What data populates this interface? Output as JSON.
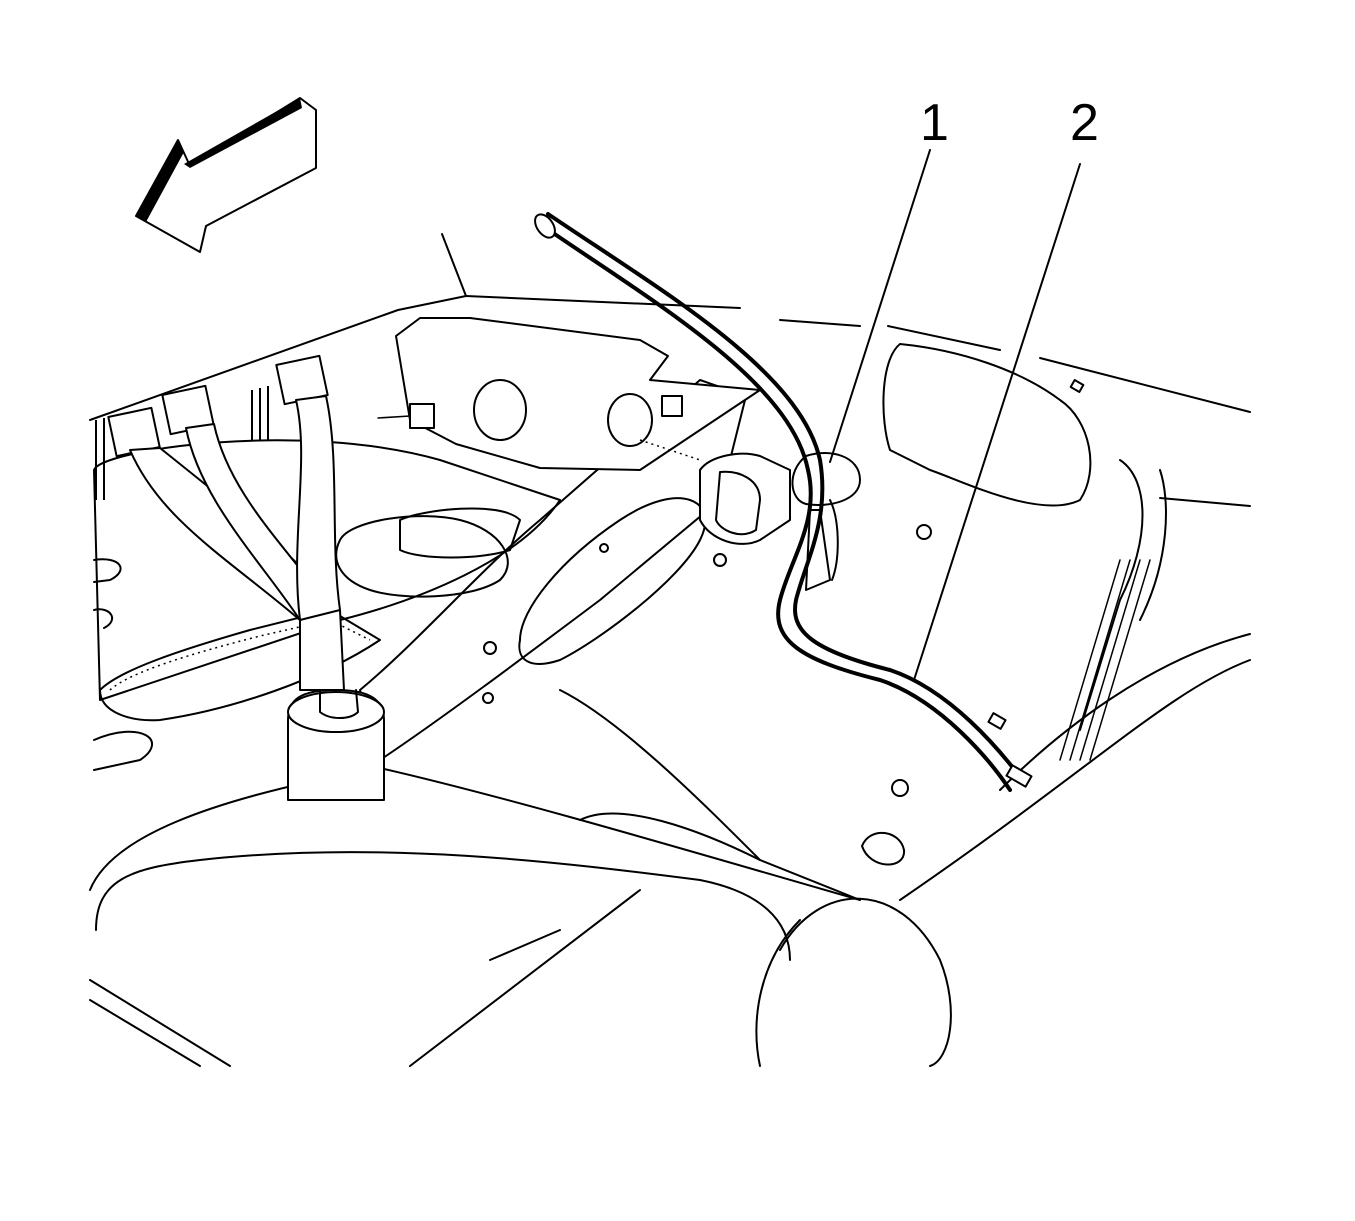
{
  "callouts": [
    {
      "id": "1",
      "label": "1"
    },
    {
      "id": "2",
      "label": "2"
    }
  ],
  "icons": {
    "direction_arrow": "forward-direction-arrow-icon"
  },
  "colors": {
    "line": "#000000",
    "background": "#ffffff"
  }
}
